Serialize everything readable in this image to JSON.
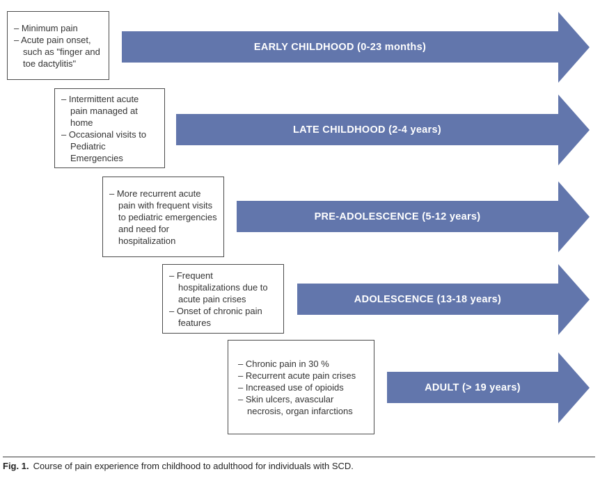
{
  "diagram": {
    "arrow_color": "#6276ac",
    "stages": [
      {
        "label": "EARLY CHILDHOOD (0-23 months)",
        "notes": [
          "– Minimum pain",
          "– Acute pain onset, such as \"finger and toe dactylitis\""
        ]
      },
      {
        "label": "LATE CHILDHOOD (2-4 years)",
        "notes": [
          "– Intermittent acute pain managed at home",
          "– Occasional visits to Pediatric Emergencies"
        ]
      },
      {
        "label": "PRE-ADOLESCENCE (5-12 years)",
        "notes": [
          "– More recurrent acute pain with frequent visits to pediatric emergencies and need for hospitalization"
        ]
      },
      {
        "label": "ADOLESCENCE (13-18 years)",
        "notes": [
          "– Frequent hospitalizations due to acute pain crises",
          "– Onset of chronic pain features"
        ]
      },
      {
        "label": "ADULT (> 19 years)",
        "notes": [
          "– Chronic pain in 30 %",
          "– Recurrent acute pain crises",
          "– Increased use of opioids",
          "– Skin ulcers, avascular necrosis, organ infarctions"
        ]
      }
    ]
  },
  "caption": {
    "prefix": "Fig. 1.",
    "text": "Course of pain experience from childhood to adulthood for individuals with SCD."
  }
}
